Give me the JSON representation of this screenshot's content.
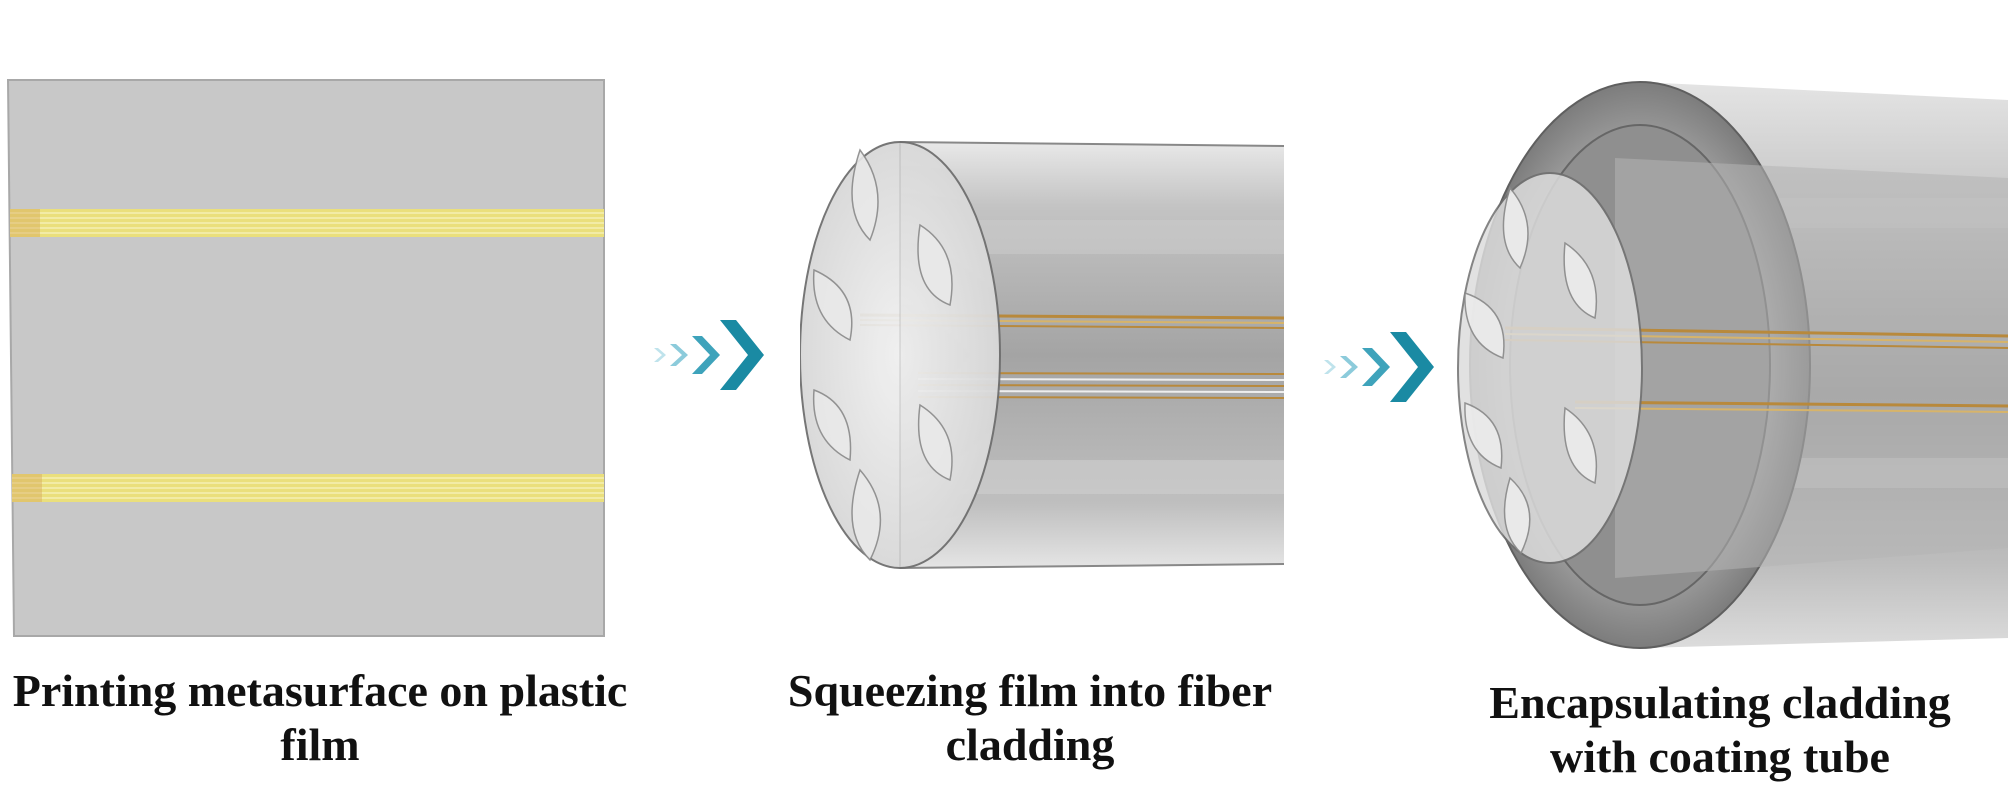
{
  "steps": [
    {
      "caption_line1": "Printing metasurface on plastic",
      "caption_line2": "film"
    },
    {
      "caption_line1": "Squeezing film into fiber",
      "caption_line2": "cladding"
    },
    {
      "caption_line1": "Encapsulating cladding",
      "caption_line2": "with coating tube"
    }
  ],
  "colors": {
    "film": "#c8c8c8",
    "stripe": "#e8dc78",
    "gold": "#b8893c",
    "arrow": "#1a8aa3",
    "glass": "#d9d9d9",
    "coating": "#8a8a8a"
  },
  "icons": [
    "chevron-arrow-icon",
    "chevron-arrow-icon"
  ]
}
